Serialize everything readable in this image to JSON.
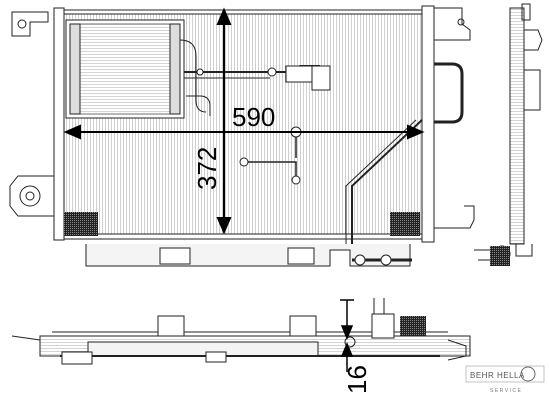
{
  "dimensions": {
    "width": "590",
    "height": "372",
    "depth": "16"
  },
  "brand": {
    "name": "BEHR HELLA",
    "sub": "SERVICE",
    "mark": "HELLA"
  }
}
